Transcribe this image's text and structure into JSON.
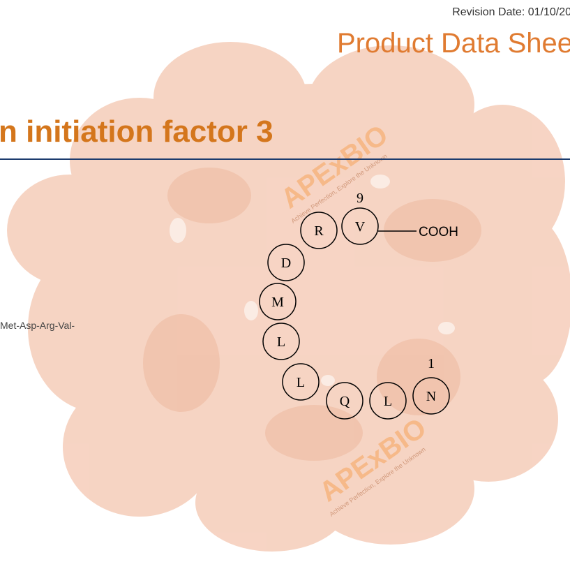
{
  "header": {
    "revision_date": "Revision Date: 01/10/20",
    "doc_type": "Product Data Shee"
  },
  "product": {
    "title": "n initiation factor 3",
    "sequence_fragment": "Met-Asp-Arg-Val-"
  },
  "peptide_diagram": {
    "residues": [
      "N",
      "L",
      "Q",
      "L",
      "L",
      "M",
      "D",
      "R",
      "V"
    ],
    "start_label": "1",
    "end_label": "9",
    "c_terminus": "COOH"
  },
  "watermark": {
    "brand": "APExBIO",
    "tagline": "Achieve Perfection, Explore the Unknown"
  },
  "colors": {
    "accent_orange": "#e07b31",
    "title_orange": "#d4761c",
    "rule_navy": "#1c3c6e",
    "background_blob": "#f3c2ac"
  }
}
